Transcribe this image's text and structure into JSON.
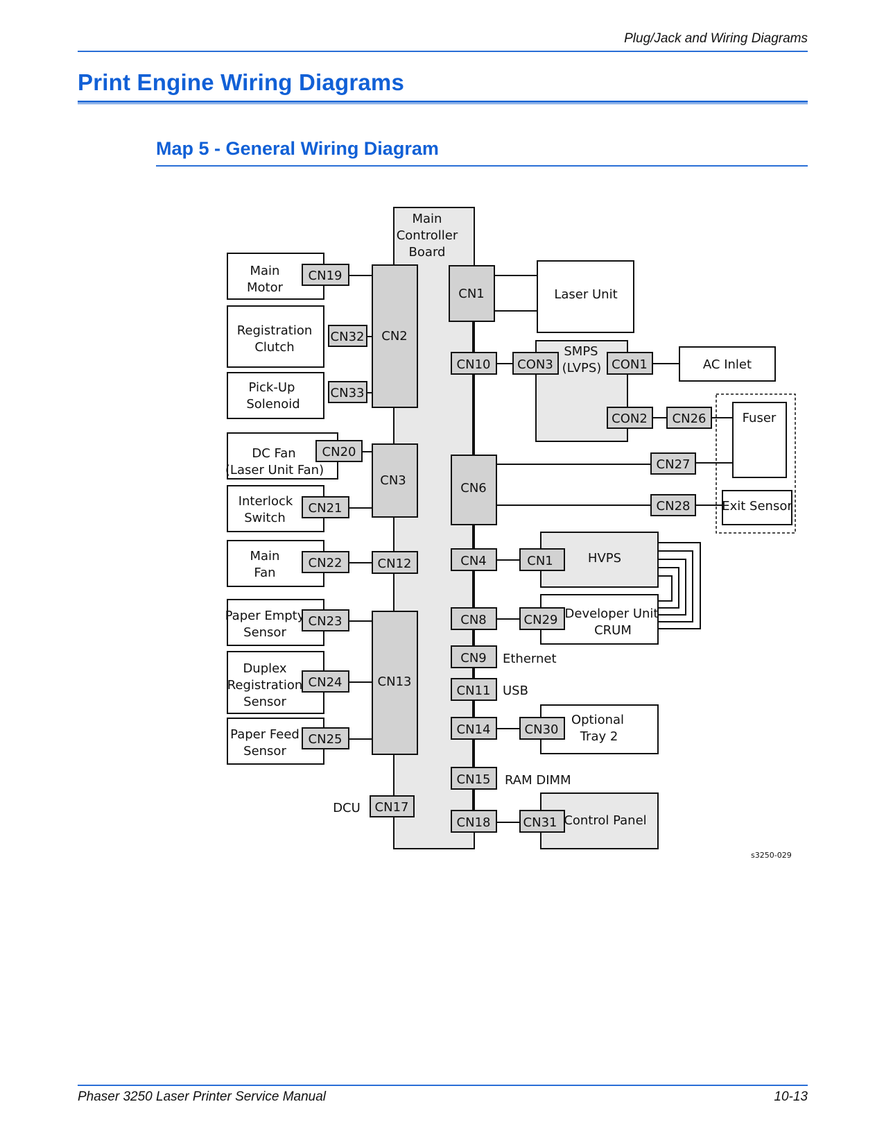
{
  "header": {
    "section_title": "Plug/Jack and Wiring Diagrams"
  },
  "page": {
    "heading": "Print Engine Wiring Diagrams",
    "subheading": "Map 5 - General Wiring Diagram"
  },
  "diagram": {
    "main_board": [
      "Main",
      "Controller",
      "Board"
    ],
    "left_components": {
      "main_motor": [
        "Main",
        "Motor"
      ],
      "registration_clutch": [
        "Registration",
        "Clutch"
      ],
      "pickup_solenoid": [
        "Pick-Up",
        "Solenoid"
      ],
      "dc_fan": [
        "DC Fan",
        "(Laser Unit Fan)"
      ],
      "interlock_switch": [
        "Interlock",
        "Switch"
      ],
      "main_fan": [
        "Main",
        "Fan"
      ],
      "paper_empty_sensor": [
        "Paper Empty",
        "Sensor"
      ],
      "duplex_registration_sensor": [
        "Duplex",
        "Registration",
        "Sensor"
      ],
      "paper_feed_sensor": [
        "Paper Feed",
        "Sensor"
      ]
    },
    "right_components": {
      "laser_unit": "Laser Unit",
      "smps": [
        "SMPS",
        "(LVPS)"
      ],
      "ac_inlet": "AC Inlet",
      "fuser": "Fuser",
      "exit_sensor": "Exit Sensor",
      "hvps": "HVPS",
      "developer_unit": [
        "Developer Unit",
        "CRUM"
      ],
      "ethernet": "Ethernet",
      "usb": "USB",
      "optional_tray": [
        "Optional",
        "Tray 2"
      ],
      "ram_dimm": "RAM DIMM",
      "control_panel": "Control Panel"
    },
    "dcu_label": "DCU",
    "connectors": {
      "cn19": "CN19",
      "cn32": "CN32",
      "cn33": "CN33",
      "cn20": "CN20",
      "cn21": "CN21",
      "cn22": "CN22",
      "cn23": "CN23",
      "cn24": "CN24",
      "cn25": "CN25",
      "cn2": "CN2",
      "cn3": "CN3",
      "cn12": "CN12",
      "cn13": "CN13",
      "cn17": "CN17",
      "cn1": "CN1",
      "cn10": "CN10",
      "cn6": "CN6",
      "cn4": "CN4",
      "cn8": "CN8",
      "cn9": "CN9",
      "cn11": "CN11",
      "cn14": "CN14",
      "cn15": "CN15",
      "cn18": "CN18",
      "con3": "CON3",
      "con1": "CON1",
      "con2": "CON2",
      "cn26": "CN26",
      "cn27": "CN27",
      "cn28": "CN28",
      "hvps_cn1": "CN1",
      "cn29": "CN29",
      "cn30": "CN30",
      "cn31": "CN31"
    },
    "figure_id": "s3250-029"
  },
  "footer": {
    "manual_title": "Phaser 3250 Laser Printer Service Manual",
    "page_number": "10-13"
  }
}
